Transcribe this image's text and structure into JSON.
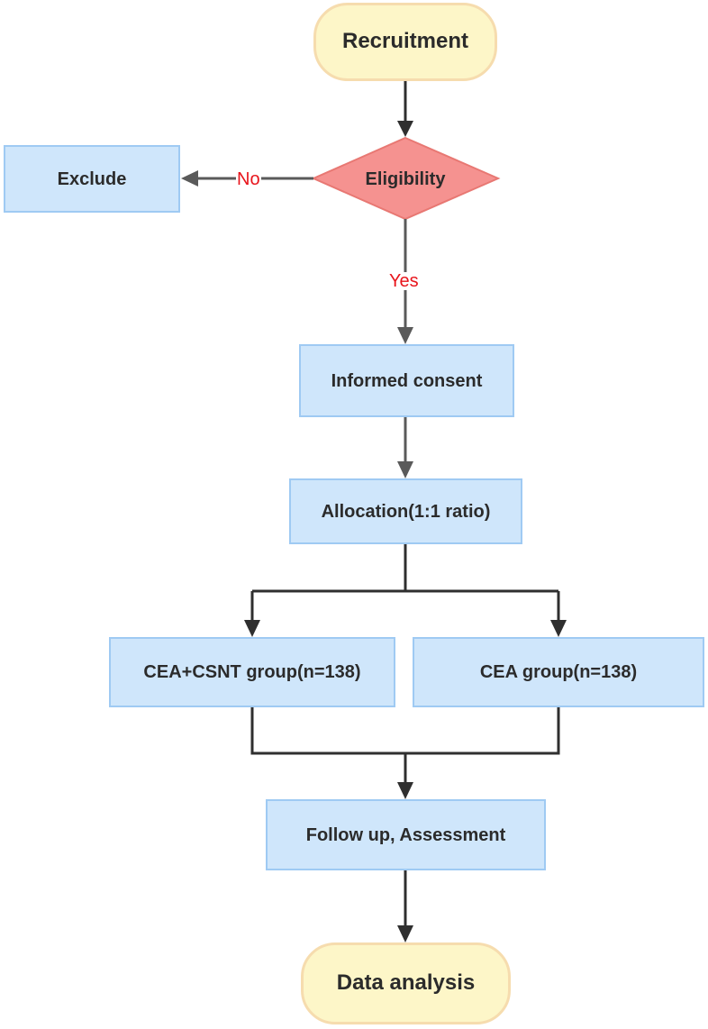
{
  "nodes": {
    "recruitment": "Recruitment",
    "eligibility": "Eligibility",
    "exclude": "Exclude",
    "informed_consent": "Informed consent",
    "allocation": "Allocation(1:1 ratio)",
    "cea_csnt_group": "CEA+CSNT group(n=138)",
    "cea_group": "CEA group(n=138)",
    "follow_up": "Follow up, Assessment",
    "data_analysis": "Data analysis"
  },
  "edge_labels": {
    "no": "No",
    "yes": "Yes"
  },
  "colors": {
    "process_fill": "#cfe6fb",
    "process_border": "#9fcaf3",
    "terminal_fill": "#fdf6c8",
    "terminal_border": "#f6dcae",
    "decision_fill": "#f59290",
    "decision_border": "#e87873",
    "edge_label": "#e8141b",
    "arrow_dark": "#2f2f2f",
    "arrow_gray": "#5a5a5a"
  }
}
